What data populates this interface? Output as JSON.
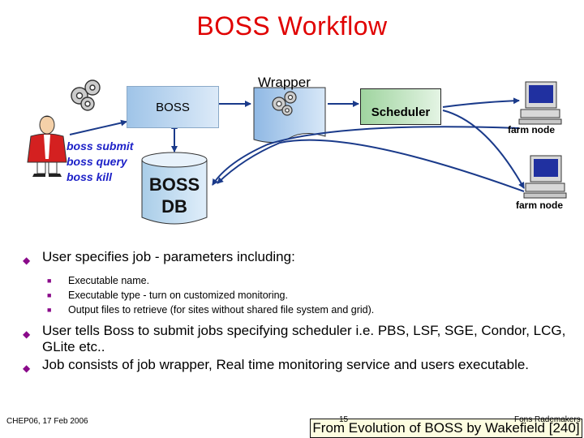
{
  "title": "BOSS Workflow",
  "diagram": {
    "boss_label": "BOSS",
    "wrapper_label": "Wrapper",
    "scheduler_label": "Scheduler",
    "db_label_1": "BOSS",
    "db_label_2": "DB",
    "user_commands": [
      "boss submit",
      "boss query",
      "boss kill"
    ],
    "farm_node_label": "farm node",
    "icons": [
      "gears-icon",
      "person-icon",
      "document-icon",
      "database-icon",
      "computer-icon"
    ]
  },
  "bullets": {
    "b1": "User specifies job - parameters including:",
    "sub": [
      "Executable name.",
      "Executable type - turn on customized monitoring.",
      "Output files to retrieve (for sites without shared file system and grid)."
    ],
    "b2": "User tells Boss to submit jobs specifying scheduler i.e.  PBS, LSF, SGE, Condor, LCG, GLite etc..",
    "b3": "Job consists of job wrapper, Real time monitoring service and users executable."
  },
  "footer": {
    "left": "CHEP06, 17 Feb 2006",
    "slide_number": "15",
    "author": "Fons Rademakers",
    "source": "From Evolution of BOSS by Wakefield [240]"
  },
  "colors": {
    "title": "#e00000",
    "command_text": "#1e22c8",
    "bullet_marker": "#8a0a8a",
    "boss_box": "#9fc4e8",
    "scheduler_box": "#9fd49f",
    "arrow": "#1a3a8a"
  }
}
